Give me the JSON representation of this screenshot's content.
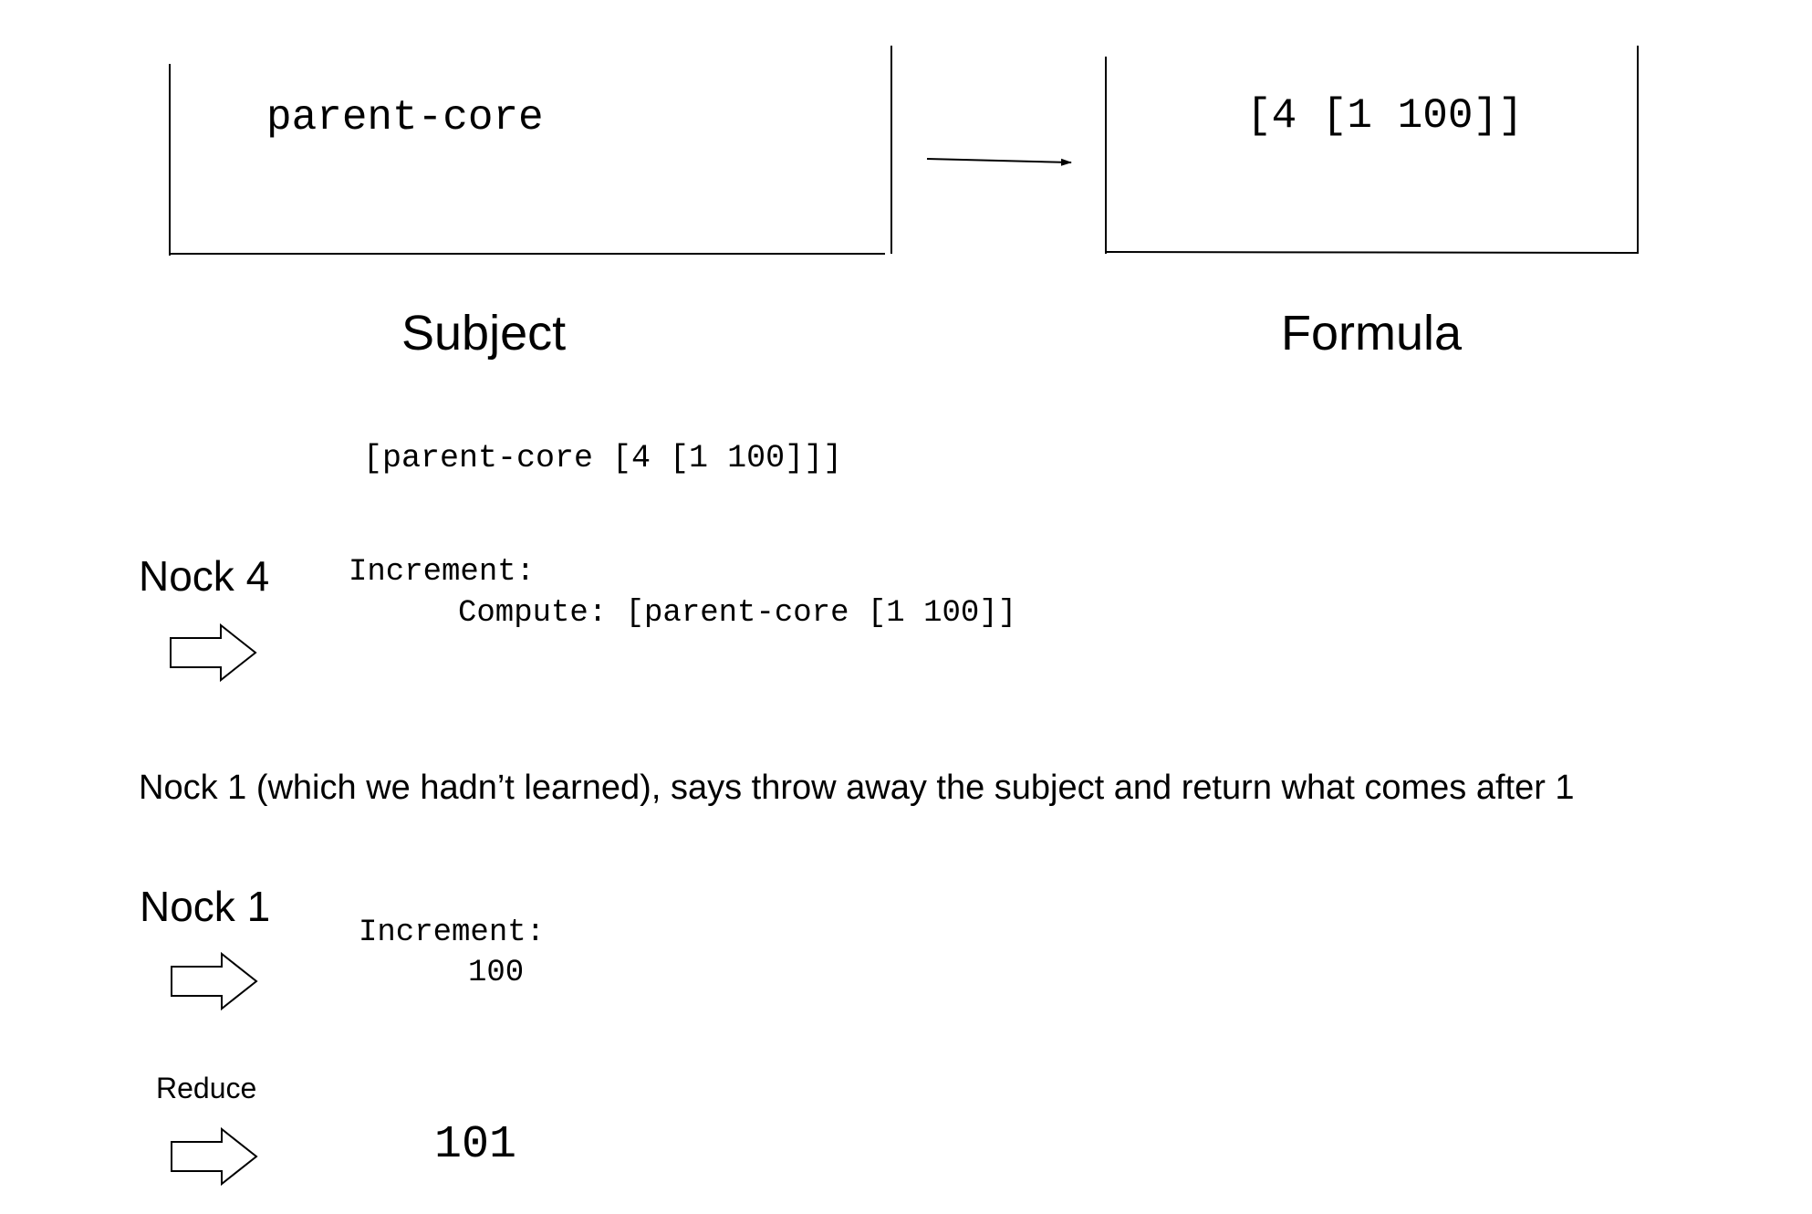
{
  "subject_box": {
    "content": "parent-core",
    "label": "Subject"
  },
  "formula_box": {
    "content": "[4 [1 100]]",
    "label": "Formula"
  },
  "combined_noun": "[parent-core [4 [1 100]]]",
  "step_nock4": {
    "label": "Nock 4",
    "line1": "Increment:",
    "line2": "Compute: [parent-core [1 100]]"
  },
  "explanation": "Nock 1 (which we hadn’t learned), says throw away the subject and return what comes after 1",
  "step_nock1": {
    "label": "Nock 1",
    "line1": "Increment:",
    "line2": "100"
  },
  "step_reduce": {
    "label": "Reduce",
    "result": "101"
  },
  "icons": [
    "arrow-right-icon",
    "hollow-arrow-right-icon"
  ]
}
